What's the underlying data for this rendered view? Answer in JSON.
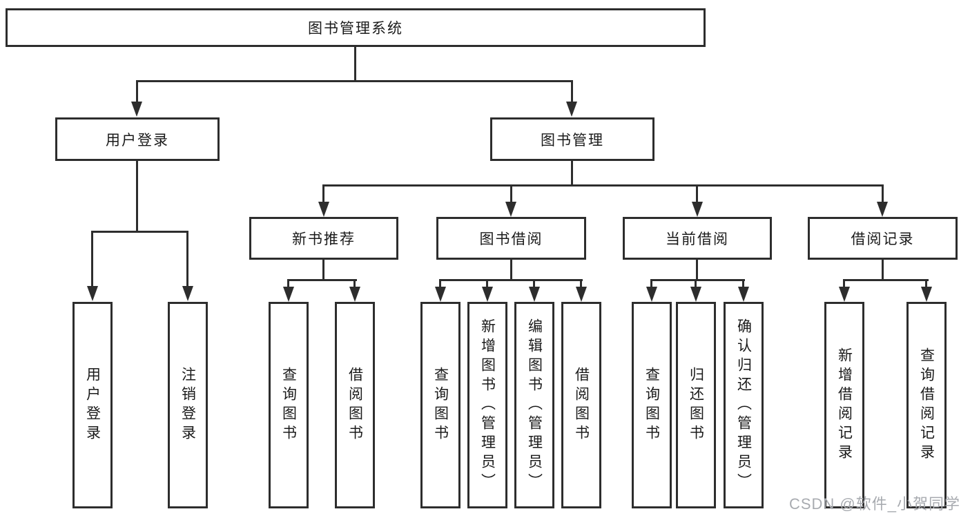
{
  "diagram": {
    "watermark": "CSDN @软件_小贺同学",
    "colors": {
      "line": "#2d2d2d",
      "background": "#ffffff",
      "text": "#1a1a1a",
      "watermark": "#a8abb0"
    },
    "tree": {
      "root": "图书管理系统",
      "children": [
        {
          "label": "用户登录",
          "children": [
            "用户登录",
            "注销登录"
          ]
        },
        {
          "label": "图书管理",
          "children": [
            {
              "label": "新书推荐",
              "children": [
                "查询图书",
                "借阅图书"
              ]
            },
            {
              "label": "图书借阅",
              "children": [
                "查询图书",
                "新增图书（管理员）",
                "编辑图书（管理员）",
                "借阅图书"
              ]
            },
            {
              "label": "当前借阅",
              "children": [
                "查询图书",
                "归还图书",
                "确认归还（管理员）"
              ]
            },
            {
              "label": "借阅记录",
              "children": [
                "新增借阅记录",
                "查询借阅记录"
              ]
            }
          ]
        }
      ]
    }
  }
}
